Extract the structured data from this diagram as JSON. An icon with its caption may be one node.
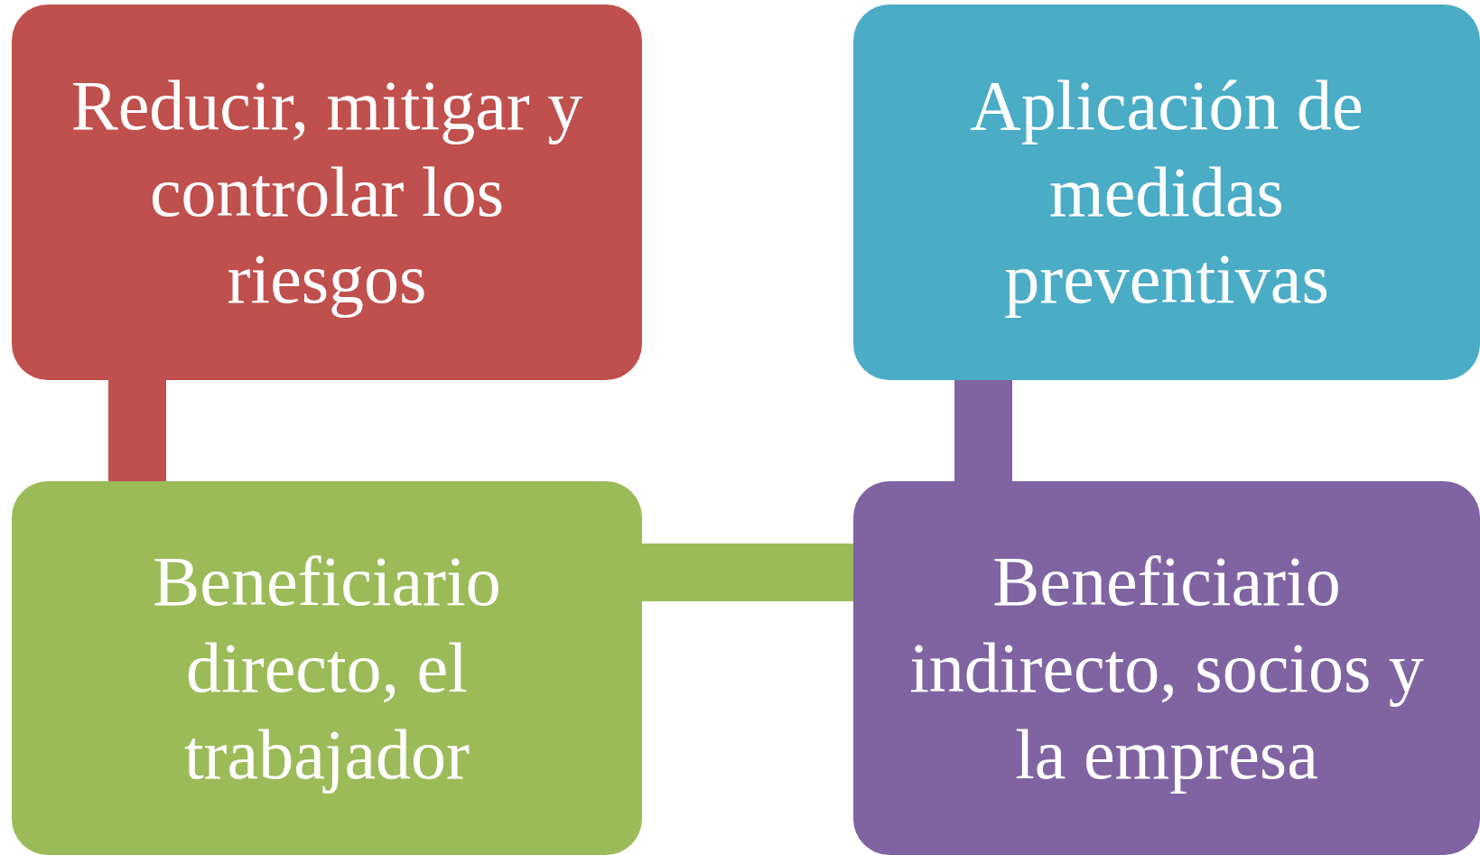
{
  "diagram": {
    "nodes": [
      {
        "text": [
          "Reducir, mitigar y controlar los riesgos"
        ]
      },
      {
        "text": [
          "Aplicación de medidas preventivas"
        ]
      },
      {
        "text": [
          "Beneficiario directo, el trabajador"
        ]
      },
      {
        "text": [
          "Beneficiario indirecto, socios y la empresa"
        ]
      }
    ],
    "edges": [
      {
        "from": 0,
        "to": 2,
        "arrow": "none",
        "color": "#c0504d"
      },
      {
        "from": 1,
        "to": 3,
        "arrow": "none",
        "color": "#8064a2"
      },
      {
        "from": 2,
        "to": 3,
        "arrow": "none",
        "color": "#9bbb59"
      }
    ]
  }
}
